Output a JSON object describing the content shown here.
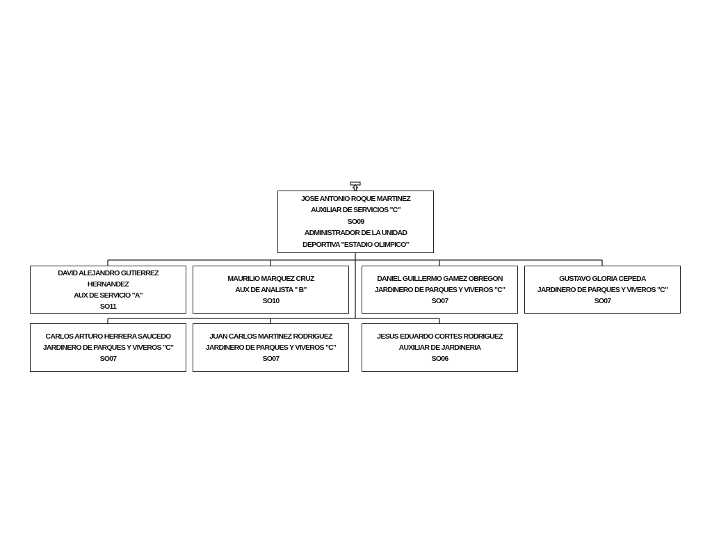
{
  "chief": {
    "name": "JOSE ANTONIO ROQUE MARTINEZ",
    "position": "AUXILIAR DE SERVICIOS \"C\"",
    "code": "SO09",
    "role_line1": "ADMINISTRADOR DE LA UNIDAD",
    "role_line2": "DEPORTIVA \"ESTADIO OLIMPICO\""
  },
  "staff": [
    {
      "name": "DAVID ALEJANDRO GUTIERREZ HERNANDEZ",
      "position": "AUX DE SERVICIO \"A\"",
      "code": "SO11"
    },
    {
      "name": "MAURILIO MARQUEZ CRUZ",
      "position": "AUX DE ANALISTA \" B\"",
      "code": "SO10"
    },
    {
      "name": "DANIEL GUILLERMO GAMEZ OBREGON",
      "position": "JARDINERO DE PARQUES Y VIVEROS \"C\"",
      "code": "SO07"
    },
    {
      "name": "GUSTAVO GLORIA CEPEDA",
      "position": "JARDINERO DE PARQUES Y VIVEROS \"C\"",
      "code": "SO07"
    },
    {
      "name": "CARLOS ARTURO HERRERA SAUCEDO",
      "position": "JARDINERO DE PARQUES Y VIVEROS \"C\"",
      "code": "SO07"
    },
    {
      "name": "JUAN CARLOS MARTINEZ RODRIGUEZ",
      "position": "JARDINERO DE PARQUES Y VIVEROS \"C\"",
      "code": "SO07"
    },
    {
      "name": "JESUS EDUARDO CORTES RODRIGUEZ",
      "position": "AUXILIAR DE JARDINERIA",
      "code": "SO06"
    }
  ],
  "colors": {
    "line": "#222222",
    "text": "#111111",
    "background": "#ffffff"
  },
  "icons": {
    "top": "collapse-arrow-icon"
  }
}
